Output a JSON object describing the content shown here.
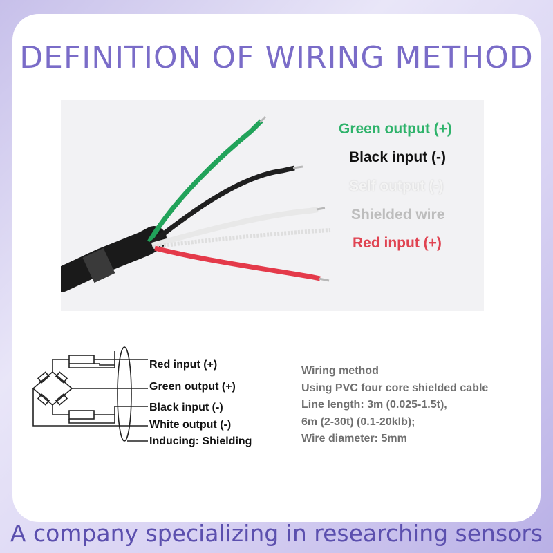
{
  "title": "DEFINITION OF WIRING METHOD",
  "photo_labels": {
    "green": "Green output (+)",
    "black": "Black input (-)",
    "self": "Self output (-)",
    "shield": "Shielded wire",
    "red": "Red input (+)"
  },
  "diagram_labels": {
    "red": "Red input (+)",
    "green": "Green output (+)",
    "black": "Black input (-)",
    "white": "White output (-)",
    "shield": "Inducing: Shielding"
  },
  "spec_lines": [
    "Wiring method",
    "Using PVC four core shielded cable",
    "Line length: 3m (0.025-1.5t),",
    "6m (2-30t) (0.1-20klb);",
    "Wire diameter: 5mm"
  ],
  "footer": "A company specializing in researching sensors",
  "colors": {
    "title": "#7a6cc8",
    "green_wire": "#2fb36b",
    "red_wire": "#e04452",
    "footer": "#5b4fae"
  }
}
